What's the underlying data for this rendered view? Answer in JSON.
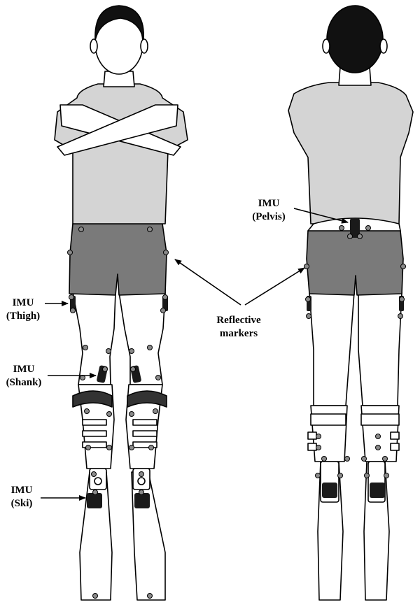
{
  "labels": {
    "imu_thigh": {
      "line1": "IMU",
      "line2": "(Thigh)"
    },
    "imu_shank": {
      "line1": "IMU",
      "line2": "(Shank)"
    },
    "imu_ski": {
      "line1": "IMU",
      "line2": "(Ski)"
    },
    "imu_pelvis": {
      "line1": "IMU",
      "line2": "(Pelvis)"
    },
    "reflective_markers": {
      "line1": "Reflective",
      "line2": "markers"
    }
  },
  "colors": {
    "outline": "#000000",
    "shirt": "#d4d4d4",
    "shorts": "#7a7a7a",
    "hair": "#111111",
    "marker": "#8a8a8a",
    "imu": "#1a1a1a",
    "boot": "#ffffff"
  }
}
